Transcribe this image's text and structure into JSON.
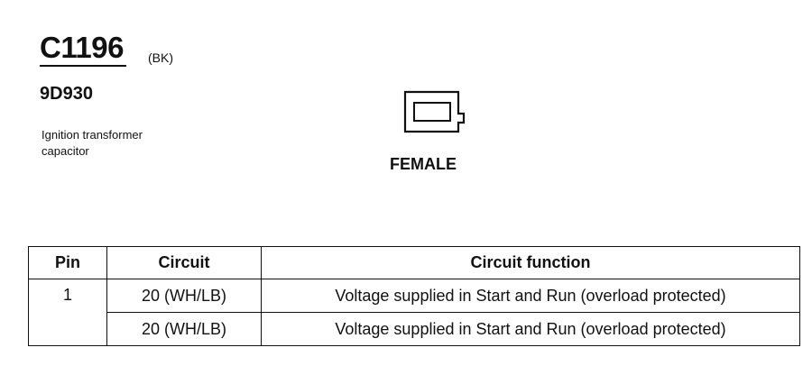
{
  "connector": {
    "id": "C1196",
    "color_code": "(BK)",
    "part_number": "9D930",
    "description_line1": "Ignition transformer",
    "description_line2": "capacitor",
    "gender": "FEMALE",
    "icon": "connector-face-icon"
  },
  "table": {
    "headers": {
      "pin": "Pin",
      "circuit": "Circuit",
      "function": "Circuit function"
    },
    "rows": [
      {
        "pin": "1",
        "circuit": "20 (WH/LB)",
        "function": "Voltage supplied in Start and Run (overload protected)"
      },
      {
        "pin": "",
        "circuit": "20 (WH/LB)",
        "function": "Voltage supplied in Start and Run (overload protected)"
      }
    ]
  }
}
